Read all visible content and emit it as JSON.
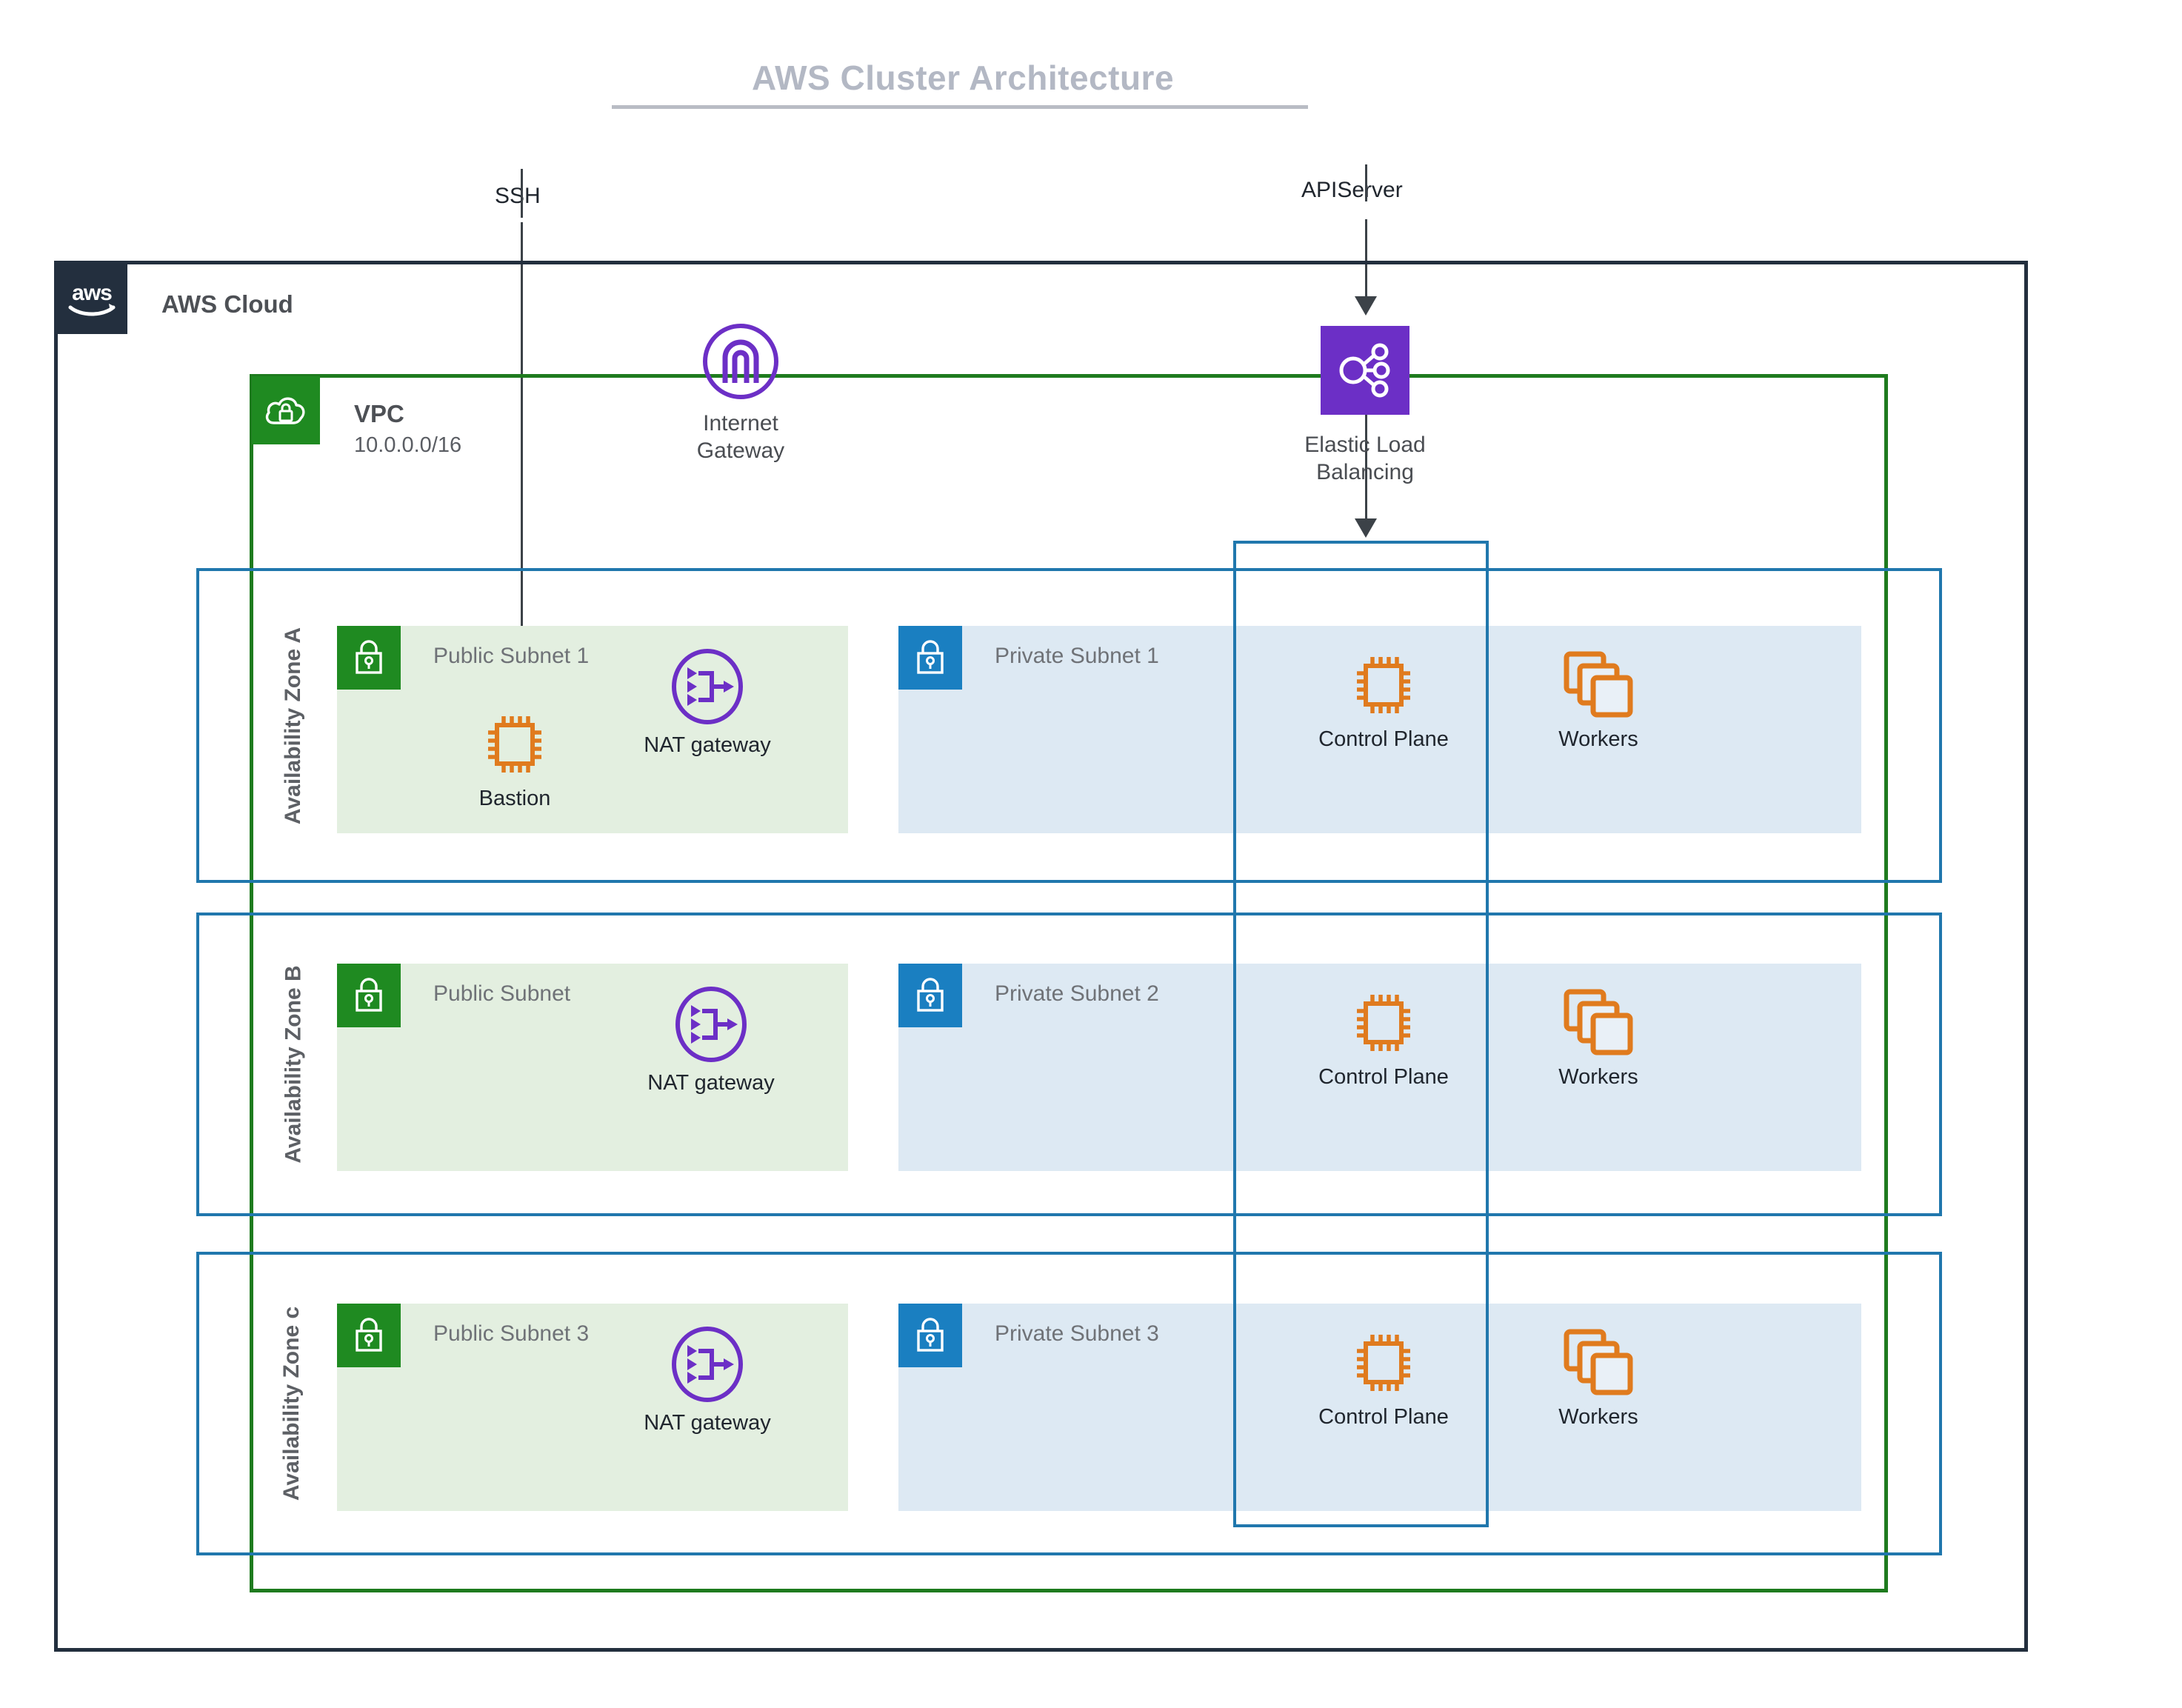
{
  "title": "AWS Cluster Architecture",
  "cloud": {
    "label": "AWS Cloud",
    "logo_icon": "aws-logo-icon"
  },
  "vpc": {
    "label": "VPC",
    "cidr": "10.0.0.0/16",
    "icon": "vpc-cloud-lock-icon",
    "color": "#1f8a21"
  },
  "connections": [
    {
      "label": "SSH",
      "target": "Bastion"
    },
    {
      "label": "APIServer",
      "target": "Elastic Load Balancing"
    }
  ],
  "services": [
    {
      "name": "Internet Gateway",
      "caption_lines": [
        "Internet",
        "Gateway"
      ],
      "icon": "internet-gateway-icon",
      "color": "#6c2fc6"
    },
    {
      "name": "Elastic Load Balancing",
      "caption_lines": [
        "Elastic Load",
        "Balancing"
      ],
      "icon": "elastic-load-balancing-icon",
      "color": "#6c2fc6"
    }
  ],
  "cluster_box": {
    "name": "control-plane-cluster",
    "color": "#2077ad"
  },
  "zones": [
    {
      "label": "Availability Zone A",
      "public_subnet": {
        "name": "Public Subnet 1",
        "badge_icon": "lock-icon",
        "badge_color": "#1f8a21",
        "background": "#e3efe0",
        "nodes": [
          {
            "label": "Bastion",
            "icon": "cpu-chip-icon",
            "color": "#e07b1e"
          },
          {
            "label": "NAT gateway",
            "icon": "nat-gateway-icon",
            "color": "#6c2fc6"
          }
        ]
      },
      "private_subnet": {
        "name": "Private Subnet 1",
        "badge_icon": "lock-icon",
        "badge_color": "#1a7fc1",
        "background": "#dde9f3",
        "nodes": [
          {
            "label": "Control Plane",
            "icon": "cpu-chip-icon",
            "color": "#e07b1e"
          },
          {
            "label": "Workers",
            "icon": "stacked-squares-icon",
            "color": "#e07b1e"
          }
        ]
      }
    },
    {
      "label": "Availability Zone B",
      "public_subnet": {
        "name": "Public Subnet",
        "badge_icon": "lock-icon",
        "badge_color": "#1f8a21",
        "background": "#e3efe0",
        "nodes": [
          {
            "label": "NAT gateway",
            "icon": "nat-gateway-icon",
            "color": "#6c2fc6"
          }
        ]
      },
      "private_subnet": {
        "name": "Private Subnet 2",
        "badge_icon": "lock-icon",
        "badge_color": "#1a7fc1",
        "background": "#dde9f3",
        "nodes": [
          {
            "label": "Control Plane",
            "icon": "cpu-chip-icon",
            "color": "#e07b1e"
          },
          {
            "label": "Workers",
            "icon": "stacked-squares-icon",
            "color": "#e07b1e"
          }
        ]
      }
    },
    {
      "label": "Availability Zone c",
      "public_subnet": {
        "name": "Public Subnet 3",
        "badge_icon": "lock-icon",
        "badge_color": "#1f8a21",
        "background": "#e3efe0",
        "nodes": [
          {
            "label": "NAT gateway",
            "icon": "nat-gateway-icon",
            "color": "#6c2fc6"
          }
        ]
      },
      "private_subnet": {
        "name": "Private Subnet 3",
        "badge_icon": "lock-icon",
        "badge_color": "#1a7fc1",
        "background": "#dde9f3",
        "nodes": [
          {
            "label": "Control Plane",
            "icon": "cpu-chip-icon",
            "color": "#e07b1e"
          },
          {
            "label": "Workers",
            "icon": "stacked-squares-icon",
            "color": "#e07b1e"
          }
        ]
      }
    }
  ]
}
